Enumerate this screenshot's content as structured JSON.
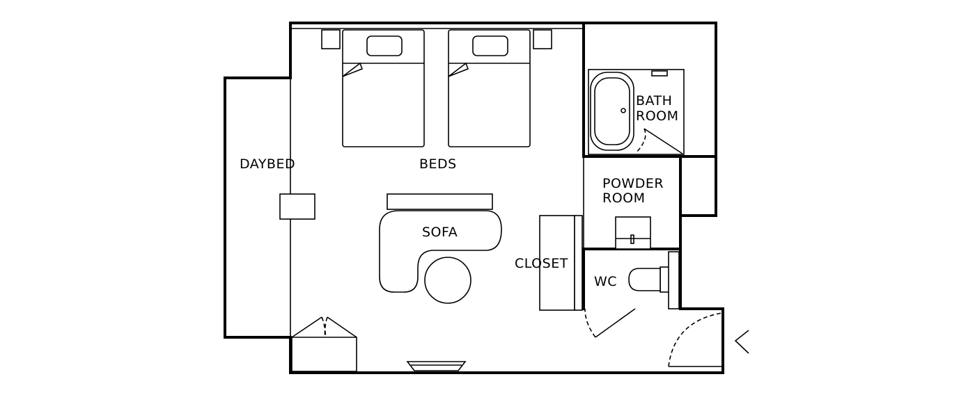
{
  "labels": {
    "daybed": "DAYBED",
    "beds": "BEDS",
    "sofa": "SOFA",
    "closet": "CLOSET",
    "bath_line1": "BATH",
    "bath_line2": "ROOM",
    "powder_line1": "POWDER",
    "powder_line2": "ROOM",
    "wc": "WC"
  }
}
